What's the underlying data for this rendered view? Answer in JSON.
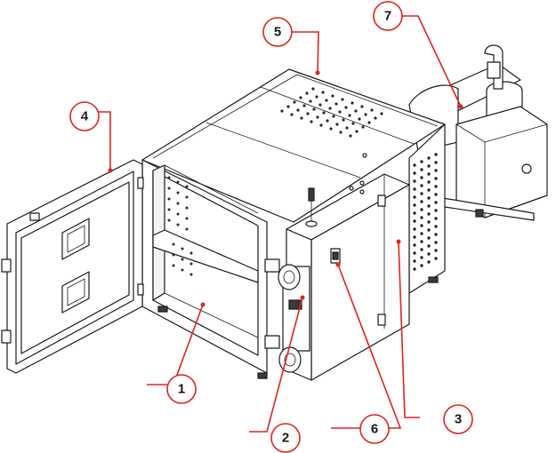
{
  "callouts": [
    {
      "id": "c1",
      "label": "1"
    },
    {
      "id": "c2",
      "label": "2"
    },
    {
      "id": "c3",
      "label": "3"
    },
    {
      "id": "c4",
      "label": "4"
    },
    {
      "id": "c5",
      "label": "5"
    },
    {
      "id": "c6",
      "label": "6"
    },
    {
      "id": "c7",
      "label": "7"
    }
  ],
  "colors": {
    "leader": "#e0231c",
    "outline": "#1a1a1a",
    "background": "#ffffff"
  }
}
